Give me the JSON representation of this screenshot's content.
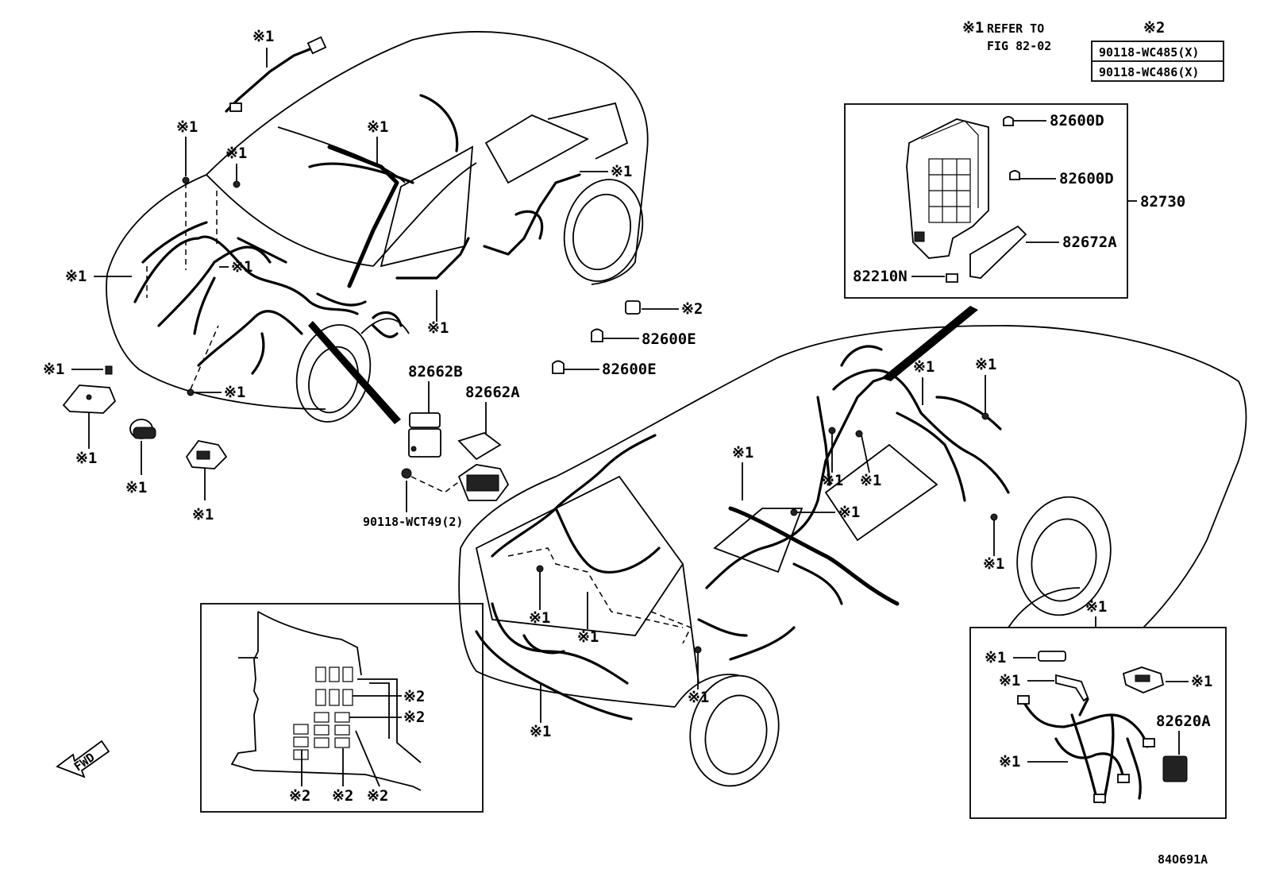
{
  "note": {
    "mark1": "※1",
    "refer_line1": "REFER TO",
    "refer_line2": "FIG 82-02",
    "mark2": "※2",
    "bolts": [
      "90118-WC485(X)",
      "90118-WC486(X)"
    ]
  },
  "parts": {
    "p82600D": "82600D",
    "p82730": "82730",
    "p82672A": "82672A",
    "p82210N": "82210N",
    "p82600E": "82600E",
    "p82662B": "82662B",
    "p82662A": "82662A",
    "bolt_wct49": "90118-WCT49(2)",
    "p82620A": "82620A"
  },
  "marks": {
    "m1": "※1",
    "m2": "※2"
  },
  "fwd": "FWD",
  "drawing_code": "84O691A"
}
